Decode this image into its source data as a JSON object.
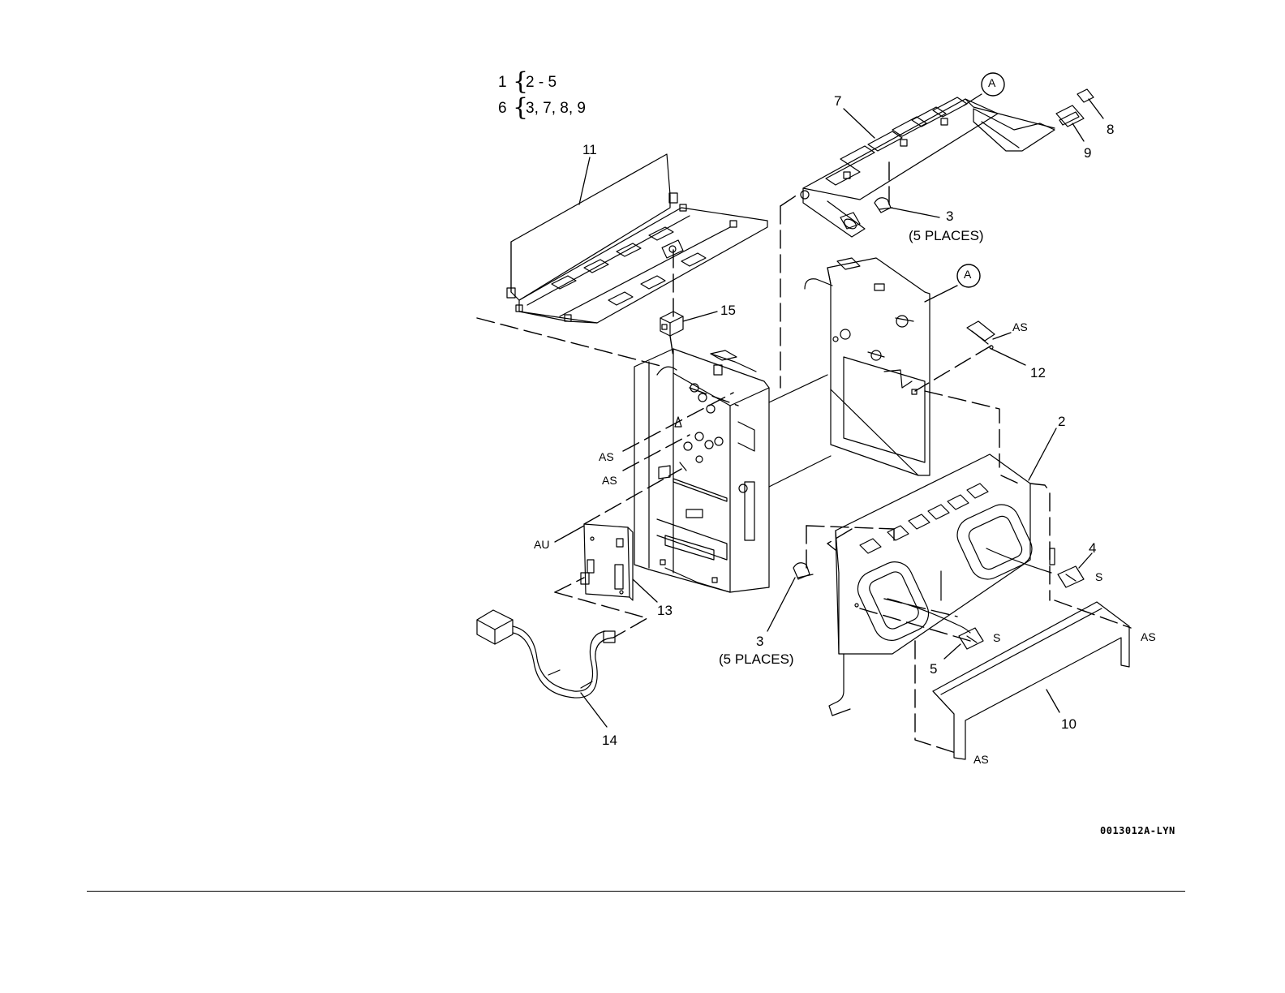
{
  "legend": {
    "rows": [
      {
        "parent": "1",
        "children": "2 - 5"
      },
      {
        "parent": "6",
        "children": "3, 7, 8, 9"
      }
    ]
  },
  "callouts": {
    "item2": "2",
    "item3_top": "3",
    "item3_top_note": "(5 PLACES)",
    "item3_bottom": "3",
    "item3_bottom_note": "(5 PLACES)",
    "item4": "4",
    "item5": "5",
    "item7": "7",
    "item8": "8",
    "item9": "9",
    "item10": "10",
    "item11": "11",
    "item12": "12",
    "item13": "13",
    "item14": "14",
    "item15": "15",
    "ref_a": "A",
    "as": "AS",
    "au": "AU",
    "s": "S"
  },
  "drawing_code": "0013012A-LYN"
}
